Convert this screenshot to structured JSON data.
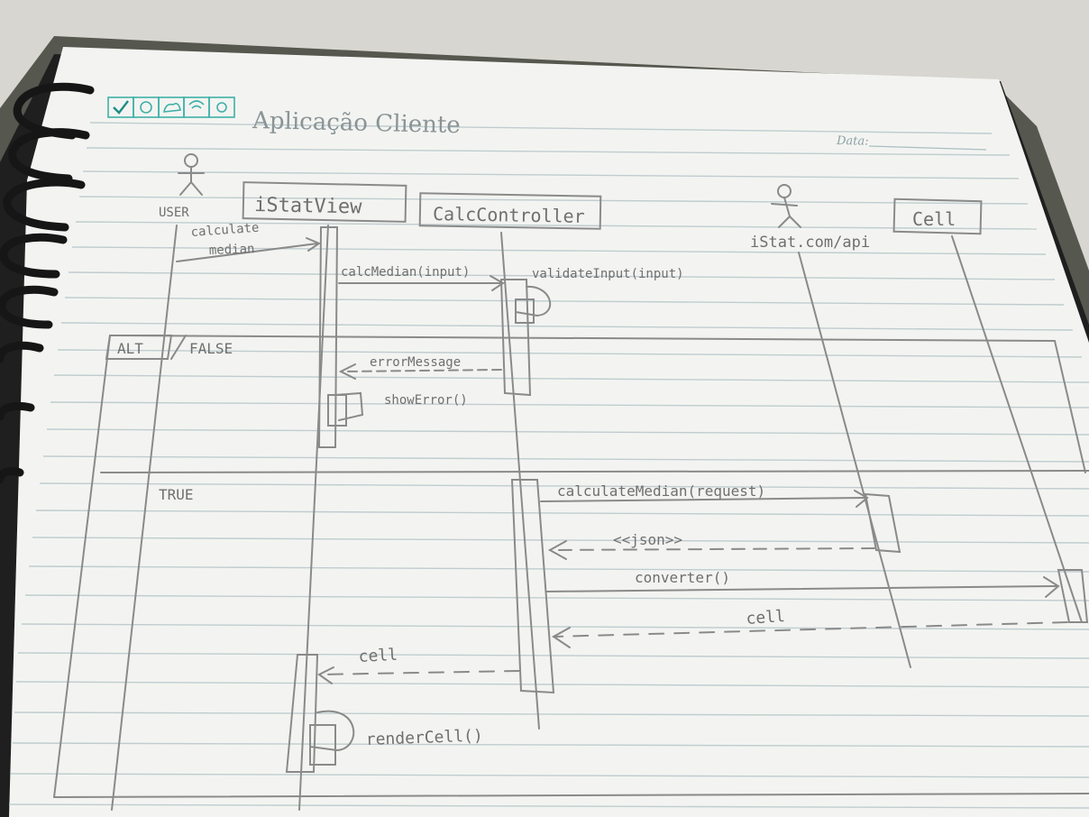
{
  "page": {
    "title": "Aplicação Cliente",
    "date_label": "Data:"
  },
  "header_icons": [
    "check-icon",
    "gear-icon",
    "cloud-icon",
    "wifi-icon",
    "sun-icon"
  ],
  "diagram": {
    "actor_user": "USER",
    "lifeline_view": "iStatView",
    "lifeline_controller": "CalcController",
    "actor_api": "iStat.com/api",
    "lifeline_cell": "Cell",
    "msg_calculate_median_line1": "calculate",
    "msg_calculate_median_line2": "median",
    "msg_calc_median_input": "calcMedian(input)",
    "msg_validate_input": "validateInput(input)",
    "alt_label": "ALT",
    "guard_false": "FALSE",
    "msg_error_message": "errorMessage",
    "msg_show_error": "showError()",
    "guard_true": "TRUE",
    "msg_calculate_median_request": "calculateMedian(request)",
    "msg_json": "<<json>>",
    "msg_converter": "converter()",
    "msg_cell_return": "cell",
    "msg_cell_back": "cell",
    "msg_render_cell": "renderCell()"
  },
  "colors": {
    "backdrop": "#5b5c57",
    "paper": "#f4f5f2",
    "ruled_line": "#b9c6c9",
    "pencil": "#7a7a7a",
    "spiral": "#1b1b1b"
  }
}
